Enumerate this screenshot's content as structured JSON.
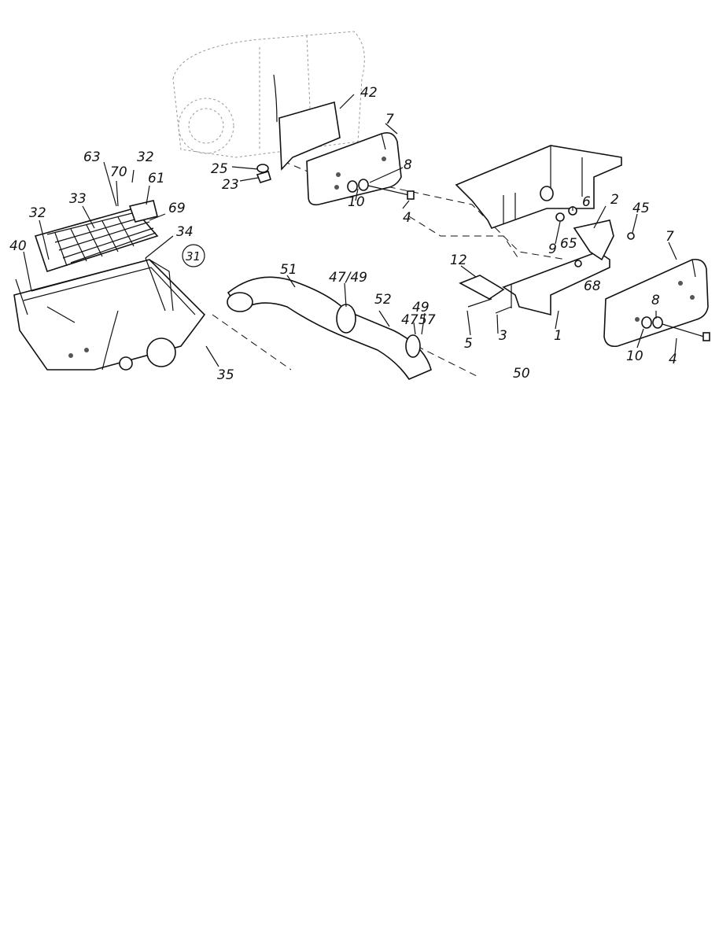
{
  "diagram": {
    "callouts": [
      {
        "id": "c42",
        "text": "42"
      },
      {
        "id": "c7a",
        "text": "7"
      },
      {
        "id": "c8a",
        "text": "8"
      },
      {
        "id": "c10a",
        "text": "10"
      },
      {
        "id": "c4a",
        "text": "4"
      },
      {
        "id": "c25",
        "text": "25"
      },
      {
        "id": "c23",
        "text": "23"
      },
      {
        "id": "c63",
        "text": "63"
      },
      {
        "id": "c70",
        "text": "70"
      },
      {
        "id": "c32a",
        "text": "32"
      },
      {
        "id": "c61",
        "text": "61"
      },
      {
        "id": "c33",
        "text": "33"
      },
      {
        "id": "c32b",
        "text": "32"
      },
      {
        "id": "c69",
        "text": "69"
      },
      {
        "id": "c34",
        "text": "34"
      },
      {
        "id": "c40",
        "text": "40"
      },
      {
        "id": "c31",
        "text": "31"
      },
      {
        "id": "c35",
        "text": "35"
      },
      {
        "id": "c51",
        "text": "51"
      },
      {
        "id": "c4749a",
        "text": "47/49"
      },
      {
        "id": "c52",
        "text": "52"
      },
      {
        "id": "c49",
        "text": "49"
      },
      {
        "id": "c47",
        "text": "47"
      },
      {
        "id": "c57",
        "text": "57"
      },
      {
        "id": "c50",
        "text": "50"
      },
      {
        "id": "c6",
        "text": "6"
      },
      {
        "id": "c2",
        "text": "2"
      },
      {
        "id": "c45",
        "text": "45"
      },
      {
        "id": "c9",
        "text": "9"
      },
      {
        "id": "c65",
        "text": "65"
      },
      {
        "id": "c68",
        "text": "68"
      },
      {
        "id": "c12",
        "text": "12"
      },
      {
        "id": "c5",
        "text": "5"
      },
      {
        "id": "c3",
        "text": "3"
      },
      {
        "id": "c1",
        "text": "1"
      },
      {
        "id": "c7b",
        "text": "7"
      },
      {
        "id": "c8b",
        "text": "8"
      },
      {
        "id": "c10b",
        "text": "10"
      },
      {
        "id": "c4b",
        "text": "4"
      }
    ]
  }
}
